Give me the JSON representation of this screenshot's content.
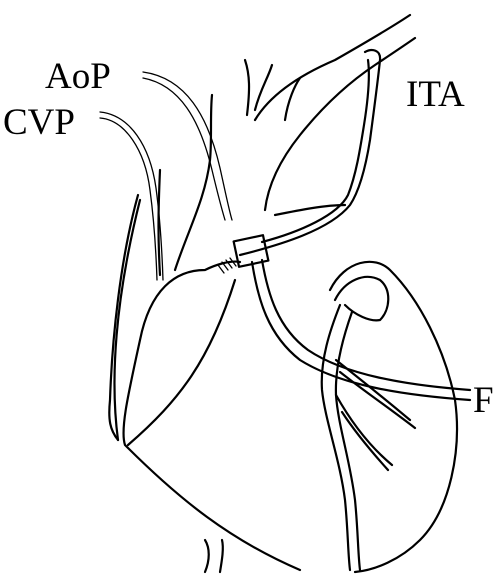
{
  "labels": {
    "aop": "AoP",
    "cvp": "CVP",
    "ita": "ITA",
    "f": "F"
  }
}
